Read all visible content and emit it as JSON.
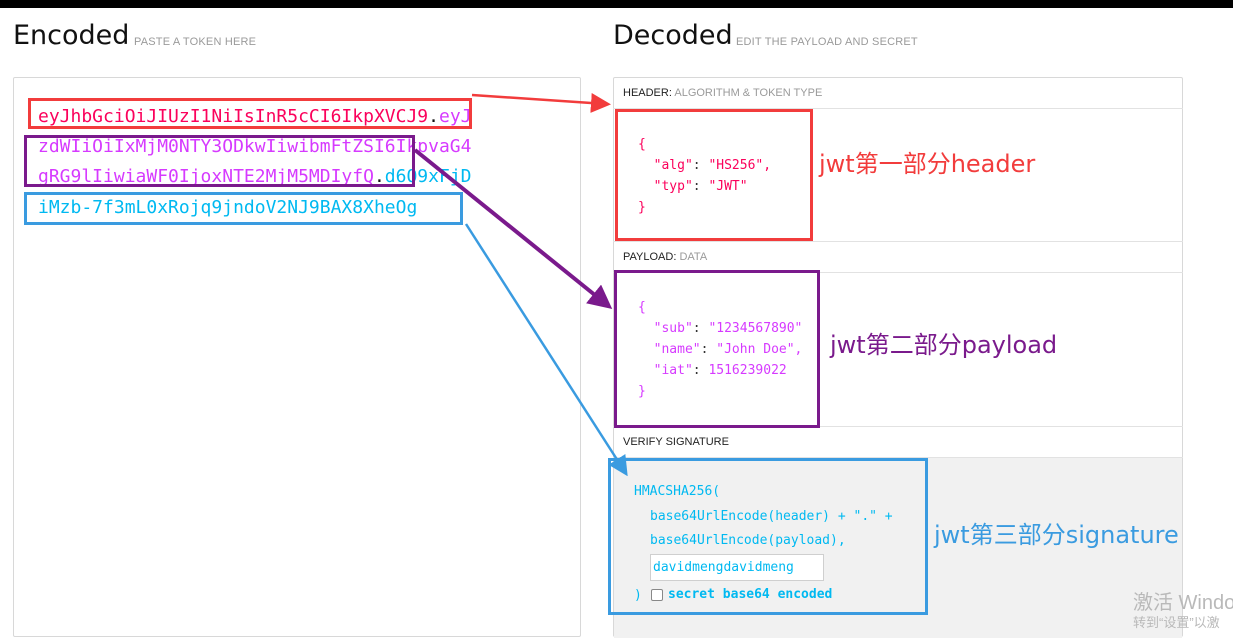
{
  "encoded": {
    "title": "Encoded",
    "subtitle": "PASTE A TOKEN HERE",
    "lines": [
      {
        "red": "eyJhbGciOiJIUzI1NiIsInR5cCI6IkpXVCJ9",
        "dot": ".",
        "pur": "eyJ"
      },
      {
        "pur": "zdWIiOiIxMjM0NTY3ODkwIiwibmFtZSI6IkpvaG4"
      },
      {
        "pur": "gRG9lIiwiaWF0IjoxNTE2MjM5MDIyfQ",
        "dot": ".",
        "cyan": "d6O9xFjD"
      },
      {
        "cyan": "iMzb-7f3mL0xRojq9jndoV2NJ9BAX8XheOg"
      }
    ]
  },
  "decoded": {
    "title": "Decoded",
    "subtitle": "EDIT THE PAYLOAD AND SECRET",
    "header": {
      "label": "HEADER:",
      "sublabel": "ALGORITHM & TOKEN TYPE",
      "open": "{",
      "alg_key": "\"alg\"",
      "alg_val": "\"HS256\",",
      "typ_key": "\"typ\"",
      "typ_val": "\"JWT\"",
      "close": "}"
    },
    "payload": {
      "label": "PAYLOAD:",
      "sublabel": "DATA",
      "open": "{",
      "sub_key": "\"sub\"",
      "sub_val": "\"1234567890\"",
      "name_key": "\"name\"",
      "name_val": "\"John Doe\",",
      "iat_key": "\"iat\"",
      "iat_val": "1516239022",
      "close": "}"
    },
    "verify": {
      "label": "VERIFY SIGNATURE",
      "line1": "HMACSHA256(",
      "line2": "base64UrlEncode(header) + \".\" +",
      "line3": "base64UrlEncode(payload),",
      "secret": "davidmengdavidmeng",
      "close": ")",
      "checkbox_label": "secret base64 encoded",
      "checkbox_checked": false
    }
  },
  "annotations": {
    "header": "jwt第一部分header",
    "payload": "jwt第二部分payload",
    "signature": "jwt第三部分signature"
  },
  "watermark": {
    "line1": "激活 Windo",
    "line2": "转到“设置”以激"
  },
  "colors": {
    "red": "#fb015b",
    "purple": "#d63aff",
    "cyan": "#00b9f1",
    "anno_red": "#f23c3c",
    "anno_purple": "#7a1a8c",
    "anno_blue": "#3a9be0"
  }
}
